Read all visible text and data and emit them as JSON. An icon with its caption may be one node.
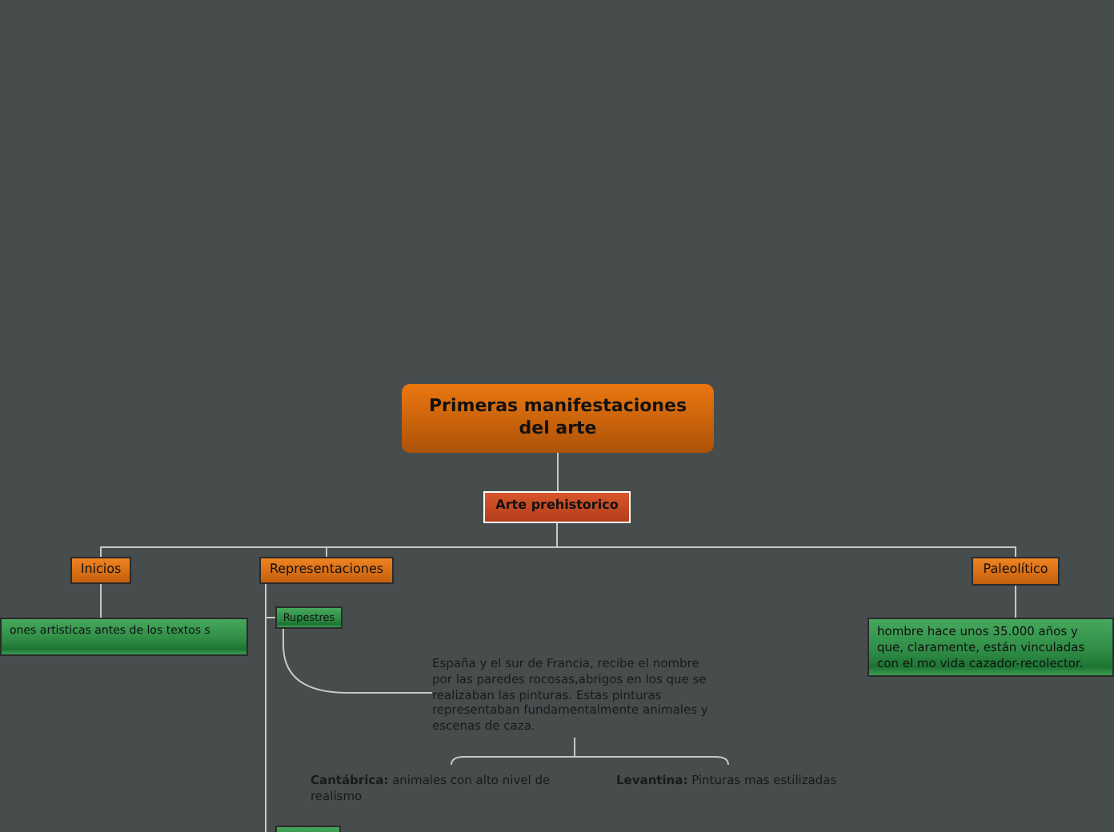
{
  "diagram": {
    "nodes": [
      {
        "text": [
          "Primeras manifestaciones del arte"
        ]
      },
      {
        "text": [
          "Arte prehistorico"
        ]
      },
      {
        "text": [
          "Inicios"
        ]
      },
      {
        "text": [
          "Representaciones"
        ]
      },
      {
        "text": [
          "Paleolítico"
        ]
      },
      {
        "text": [
          "ones artisticas antes de los textos s"
        ]
      },
      {
        "text": [
          "Rupestres"
        ]
      },
      {
        "text": [
          "España y el sur de Francia, recibe el nombre por las paredes rocosas,abrigos en los que se realizaban las pinturas. Estas pinturas representaban fundamentalmente animales y escenas de caza."
        ]
      },
      {
        "text": [
          "**Cantábrica:** animales con alto nivel de realismo"
        ]
      },
      {
        "text": [
          "**Levantina:** Pinturas mas estilizadas"
        ]
      },
      {
        "text": [
          "hombre hace unos 35.000 años y que, claramente, están vinculadas con el mo vida cazador-recolector."
        ]
      },
      {
        "text": [],
        "shape": "box"
      }
    ],
    "edges": [
      {
        "from": 0,
        "to": 1,
        "arrow": "none"
      },
      {
        "from": 1,
        "to": 2,
        "arrow": "none"
      },
      {
        "from": 1,
        "to": 3,
        "arrow": "none"
      },
      {
        "from": 1,
        "to": 4,
        "arrow": "none"
      },
      {
        "from": 2,
        "to": 5,
        "arrow": "none"
      },
      {
        "from": 3,
        "to": 6,
        "arrow": "none"
      },
      {
        "from": 3,
        "to": 11,
        "arrow": "none"
      },
      {
        "from": 6,
        "to": 7,
        "arrow": "none"
      },
      {
        "from": 7,
        "to": 8,
        "arrow": "none"
      },
      {
        "from": 7,
        "to": 9,
        "arrow": "none"
      },
      {
        "from": 4,
        "to": 10,
        "arrow": "none"
      }
    ]
  }
}
